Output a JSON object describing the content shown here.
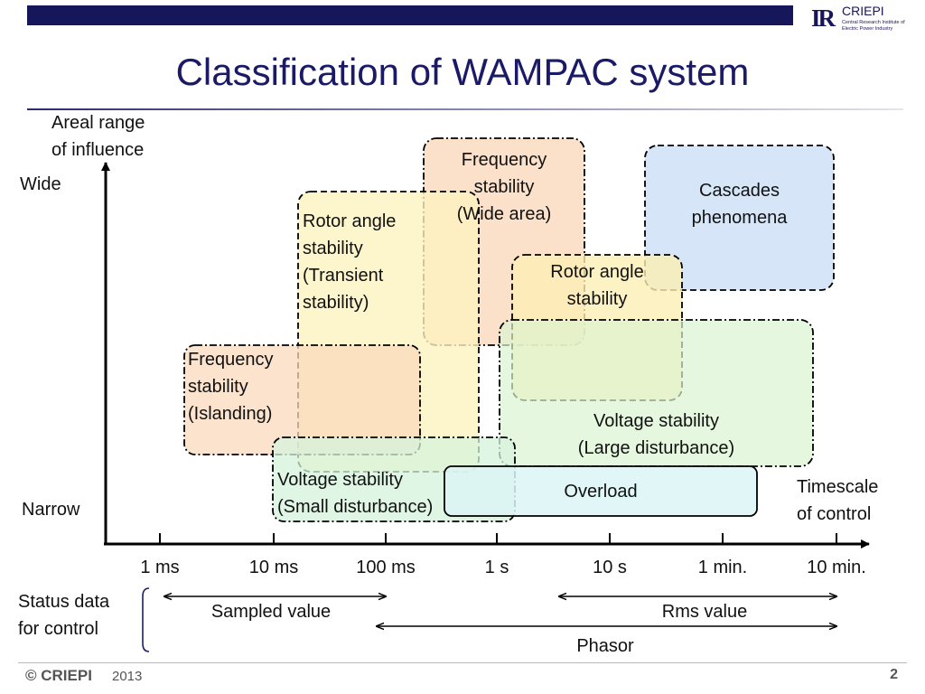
{
  "header": {
    "logo_mark": "IR",
    "logo_name": "CRIEPI",
    "logo_line1": "Central Research Institute of",
    "logo_line2": "Electric Power Industry",
    "title": "Classification of WAMPAC system"
  },
  "axes": {
    "y_label": "Areal range\nof influence",
    "y_top": "Wide",
    "y_bottom": "Narrow",
    "x_label": "Timescale\nof control",
    "x_ticks": [
      "1 ms",
      "10 ms",
      "100 ms",
      "1 s",
      "10 s",
      "1 min.",
      "10 min."
    ]
  },
  "regions": [
    {
      "label": "Frequency\nstability\n(Wide area)",
      "fill": "#fbd9bd"
    },
    {
      "label": "Cascades\nphenomena",
      "fill": "#cfe2f7"
    },
    {
      "label": "Rotor angle\nstability\n(Transient\nstability)",
      "fill": "#fdf3bf"
    },
    {
      "label": "Rotor angle\nstability",
      "fill": "#fdefb4"
    },
    {
      "label": "Frequency\nstability\n(Islanding)",
      "fill": "#fbd9bd"
    },
    {
      "label": "Voltage stability\n(Large disturbance)",
      "fill": "#dcf3d2"
    },
    {
      "label": "Voltage stability\n(Small disturbance)",
      "fill": "#d6f3dc"
    },
    {
      "label": "Overload",
      "fill": "#dcf5f5"
    }
  ],
  "status": {
    "label": "Status data\nfor control",
    "sampled": "Sampled value",
    "rms": "Rms value",
    "phasor": "Phasor"
  },
  "footer": {
    "copyright": "© CRIEPI",
    "year": "2013",
    "page": "2"
  }
}
